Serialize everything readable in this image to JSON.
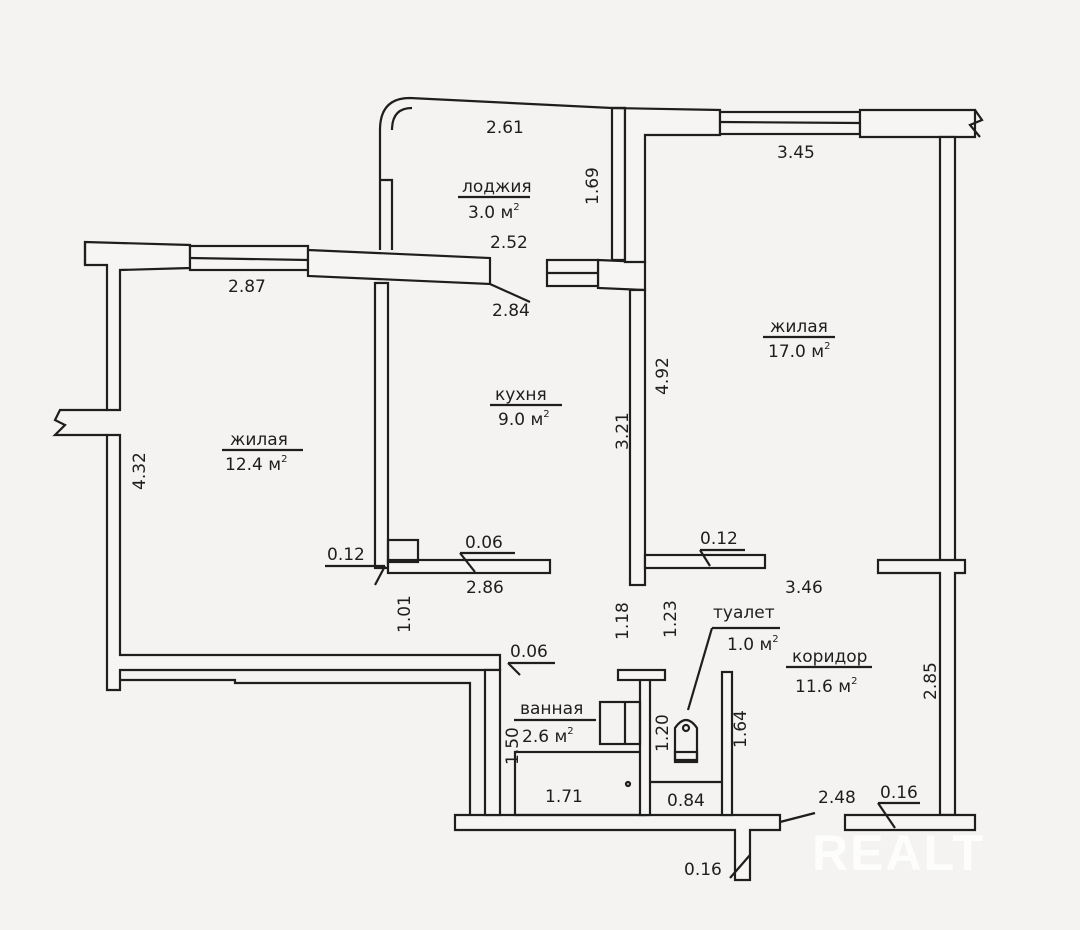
{
  "rooms": {
    "living_left": {
      "name": "жилая",
      "area": "12.4 м",
      "sup": "2"
    },
    "kitchen": {
      "name": "кухня",
      "area": "9.0 м",
      "sup": "2"
    },
    "loggia": {
      "name": "лоджия",
      "area": "3.0 м",
      "sup": "2"
    },
    "living_right": {
      "name": "жилая",
      "area": "17.0 м",
      "sup": "2"
    },
    "toilet": {
      "name": "туалет",
      "area": "1.0 м",
      "sup": "2"
    },
    "corridor": {
      "name": "коридор",
      "area": "11.6 м",
      "sup": "2"
    },
    "bathroom": {
      "name": "ванная",
      "area": "2.6 м",
      "sup": "2"
    }
  },
  "dimensions": {
    "loggia_top": "2.61",
    "loggia_side": "1.69",
    "loggia_bottom": "2.52",
    "top_right": "3.45",
    "left_top": "2.87",
    "kitchen_top": "2.84",
    "right_room_left": "4.92",
    "kitchen_right": "3.21",
    "left_room_side": "4.32",
    "kitchen_wall": "0.12",
    "kitchen_wall2": "0.06",
    "kitchen_bottom": "2.86",
    "right_wall": "0.12",
    "corridor_top": "3.46",
    "door_left": "1.01",
    "door_mid": "1.18",
    "door_right": "1.23",
    "bath_wall": "0.06",
    "bath_side": "1.50",
    "toilet_side": "1.20",
    "toilet_right": "1.64",
    "bath_bottom": "1.71",
    "toilet_bottom": "0.84",
    "entrance": "2.48",
    "outer_wall": "0.16",
    "corridor_side": "2.85",
    "bottom_wall": "0.16"
  },
  "watermark": "REALT"
}
